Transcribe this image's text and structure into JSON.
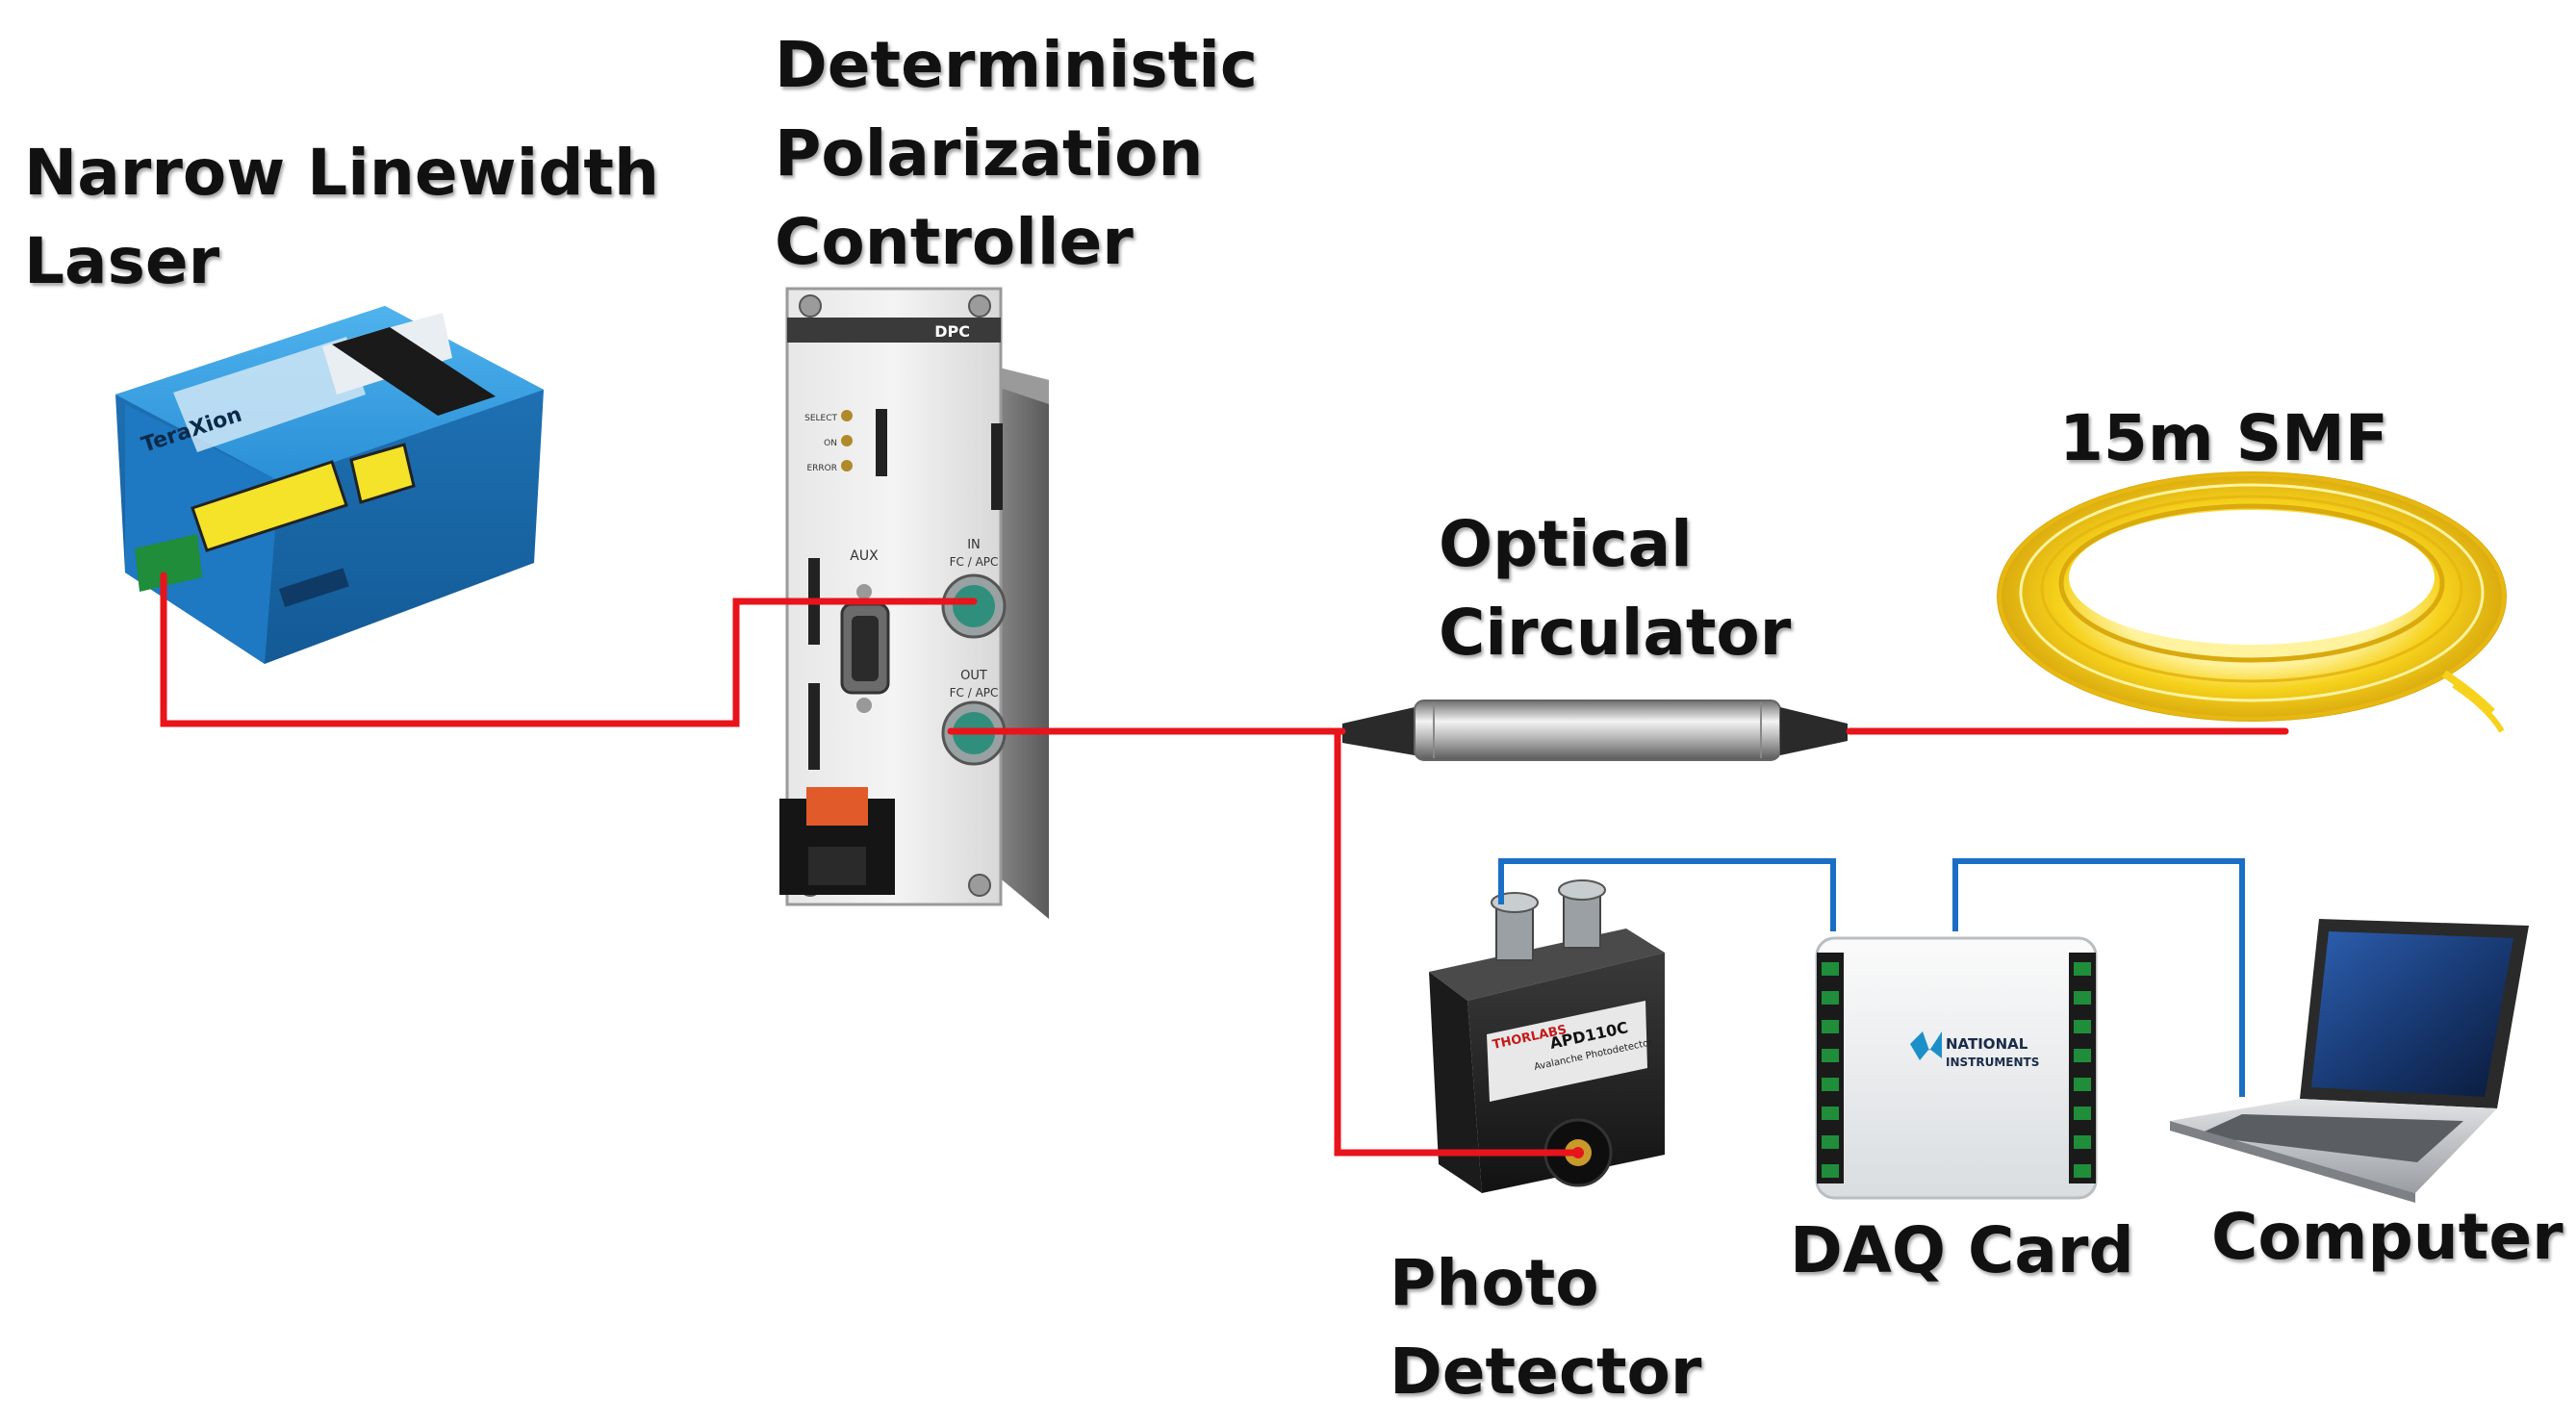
{
  "labels": {
    "laser": [
      "Narrow Linewidth",
      "Laser"
    ],
    "dpc": [
      "Deterministic",
      "Polarization",
      "Controller"
    ],
    "smf": "15m SMF",
    "circulator": [
      "Optical",
      "Circulator"
    ],
    "photodetector": [
      "Photo",
      "Detector"
    ],
    "daq": "DAQ Card",
    "computer": "Computer"
  },
  "device_text": {
    "laser_brand": "TeraXion",
    "dpc_badge": "DPC",
    "dpc_select": "SELECT",
    "dpc_on": "ON",
    "dpc_error": "ERROR",
    "dpc_aux": "AUX",
    "dpc_in": "IN",
    "dpc_in_conn": "FC / APC",
    "dpc_out": "OUT",
    "dpc_out_conn": "FC / APC",
    "pd_brand": "THORLABS",
    "pd_model": "APD110C",
    "pd_desc": "Avalanche Photodetector",
    "daq_brand_1": "NATIONAL",
    "daq_brand_2": "INSTRUMENTS"
  },
  "colors": {
    "fiber": "#e8141b",
    "cable": "#1a6fc4",
    "laser_body": "#2a8fd6",
    "smf_coil": "#f6d21c",
    "text": "#111111"
  }
}
